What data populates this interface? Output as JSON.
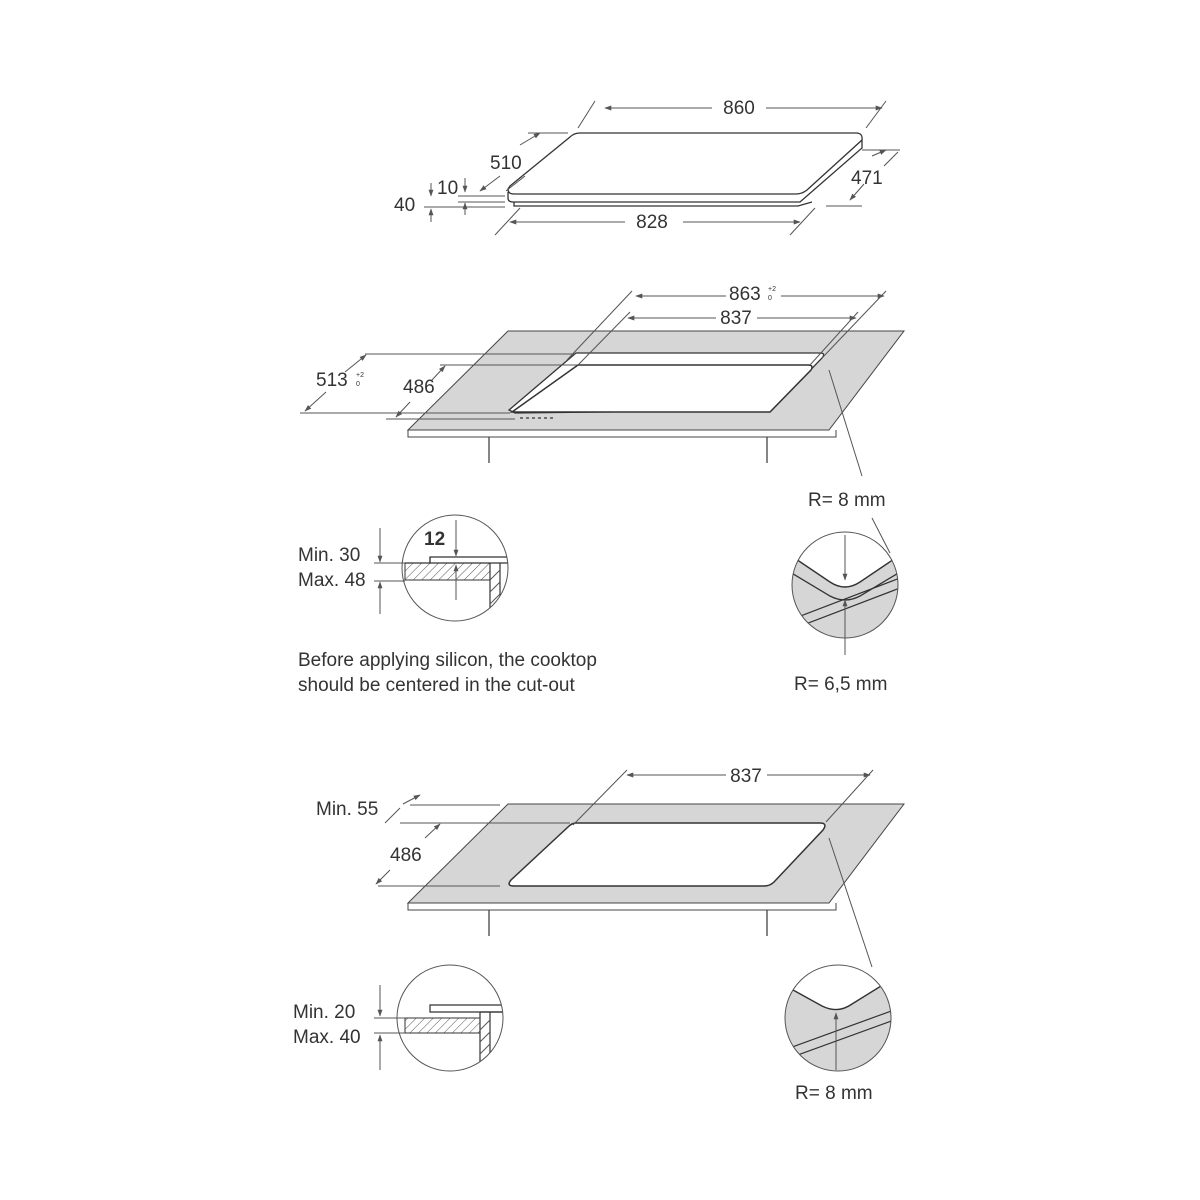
{
  "colors": {
    "line": "#333333",
    "counter": "#d6d6d6",
    "text": "#333333"
  },
  "hob": {
    "width_top": "860",
    "depth_top": "510",
    "glass_thickness": "10",
    "height": "40",
    "depth_bottom": "471",
    "width_bottom": "828"
  },
  "flush_cutout": {
    "outer_width": "863",
    "outer_width_tol_plus": "+2",
    "outer_width_tol_zero": "0",
    "inner_width": "837",
    "outer_depth": "513",
    "outer_depth_tol_plus": "+2",
    "outer_depth_tol_zero": "0",
    "inner_depth": "486",
    "outer_radius": "R= 8 mm",
    "inner_radius": "R= 6,5 mm"
  },
  "flush_detail": {
    "step_depth": "12",
    "min_thickness": "Min. 30",
    "max_thickness": "Max. 48"
  },
  "note": {
    "line1": "Before applying silicon, the cooktop",
    "line2": "should be centered in the cut-out"
  },
  "surface_cutout": {
    "width": "837",
    "min_front": "Min. 55",
    "depth": "486",
    "radius": "R= 8 mm"
  },
  "surface_detail": {
    "min_thickness": "Min. 20",
    "max_thickness": "Max. 40"
  }
}
